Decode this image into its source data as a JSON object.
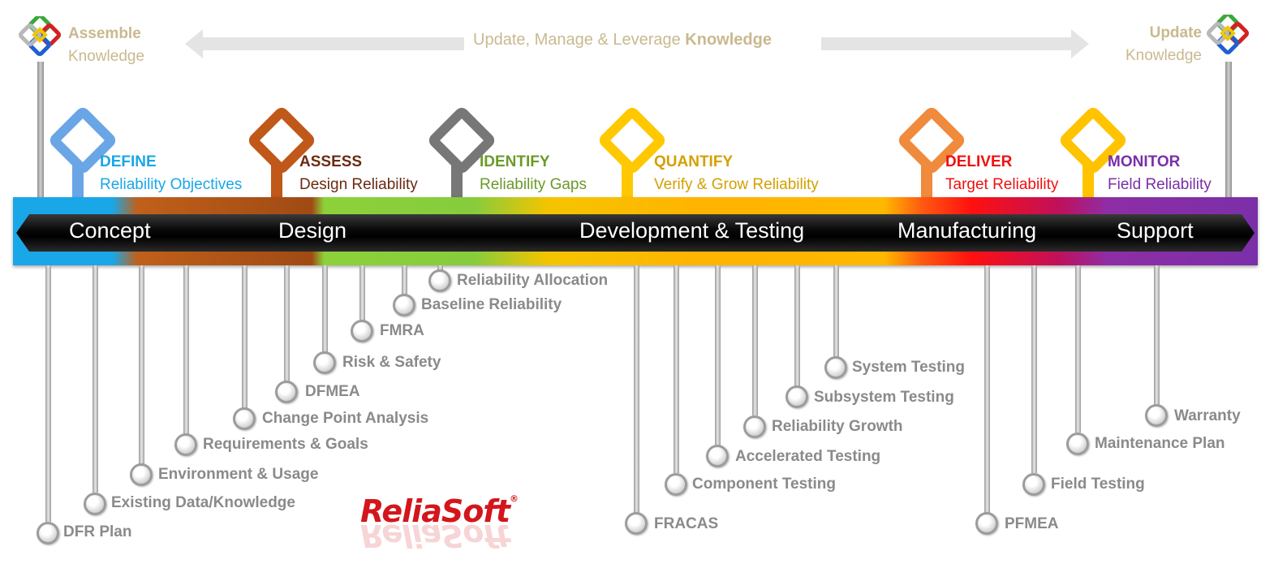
{
  "knowledge": {
    "left_line1": "Assemble",
    "left_line2": "Knowledge",
    "center_prefix": "Update, Manage & Leverage ",
    "center_bold": "Knowledge",
    "right_line1": "Update",
    "right_line2": "Knowledge"
  },
  "phases": [
    {
      "id": "concept",
      "label": "Concept"
    },
    {
      "id": "design",
      "label": "Design"
    },
    {
      "id": "dev",
      "label": "Development & Testing"
    },
    {
      "id": "mfg",
      "label": "Manufacturing"
    },
    {
      "id": "support",
      "label": "Support"
    }
  ],
  "milestones": [
    {
      "title": "DEFINE",
      "subtitle": "Reliability Objectives",
      "color": "#1aa7e8",
      "head_color": "#6aa6e6"
    },
    {
      "title": "ASSESS",
      "subtitle": "Design Reliability",
      "color": "#6b2a12",
      "head_color": "#c0581a"
    },
    {
      "title": "IDENTIFY",
      "subtitle": "Reliability Gaps",
      "color": "#6b9a2a",
      "head_color": "#777777"
    },
    {
      "title": "QUANTIFY",
      "subtitle": "Verify & Grow Reliability",
      "color": "#d4a000",
      "head_color": "#ffc800"
    },
    {
      "title": "DELIVER",
      "subtitle": "Target Reliability",
      "color": "#ee1111",
      "head_color": "#f08a3c"
    },
    {
      "title": "MONITOR",
      "subtitle": "Field Reliability",
      "color": "#7a2fa8",
      "head_color": "#ffc300"
    }
  ],
  "activities": [
    "DFR Plan",
    "Existing Data/Knowledge",
    "Environment & Usage",
    "Requirements & Goals",
    "Change Point  Analysis",
    "DFMEA",
    "Risk & Safety",
    "FMRA",
    "Baseline Reliability",
    "Reliability Allocation",
    "FRACAS",
    "Component Testing",
    "Accelerated Testing",
    "Reliability Growth",
    "Subsystem Testing",
    "System Testing",
    "PFMEA",
    "Field Testing",
    "Maintenance Plan",
    "Warranty"
  ],
  "logo": {
    "text": "ReliaSoft",
    "color": "#d4151c"
  },
  "icons": [
    "chain-links-icon",
    "arrow-left-icon",
    "arrow-right-icon"
  ]
}
